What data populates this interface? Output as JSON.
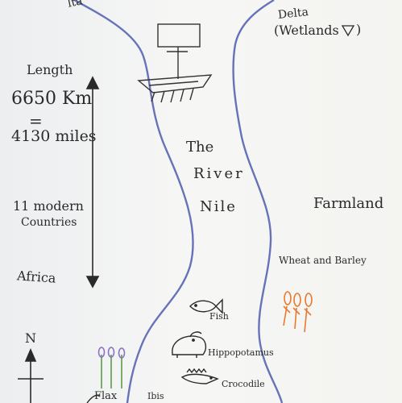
{
  "map": {
    "title_line1": "The",
    "title_line2": "River",
    "title_line3": "Nile",
    "length_label": "Length",
    "length_km": "6650 Km",
    "equals": "=",
    "length_miles": "4130 miles",
    "countries_line1": "11 modern",
    "countries_line2": "Countries",
    "continent": "Africa",
    "delta_topleft": "lta",
    "delta_label": "Delta",
    "delta_sub": "(Wetlands",
    "farmland": "Farmland",
    "crops": "Wheat and Barley",
    "fish": "Fish",
    "hippo": "Hippopotamus",
    "croc": "Crocodile",
    "flax": "Flax",
    "ibis": "Ibis",
    "north": "N"
  },
  "colors": {
    "river": "#6673b8",
    "ink": "#2a2a2a",
    "wheat": "#e8792e",
    "flax_flower": "#8a72c4",
    "flax_stem": "#5f9a4a"
  },
  "icons": [
    "boat-icon",
    "fish-icon",
    "hippopotamus-icon",
    "crocodile-icon",
    "wheat-icon",
    "flax-icon",
    "ibis-icon",
    "north-arrow-icon",
    "length-arrow-icon",
    "delta-triangle-icon"
  ]
}
